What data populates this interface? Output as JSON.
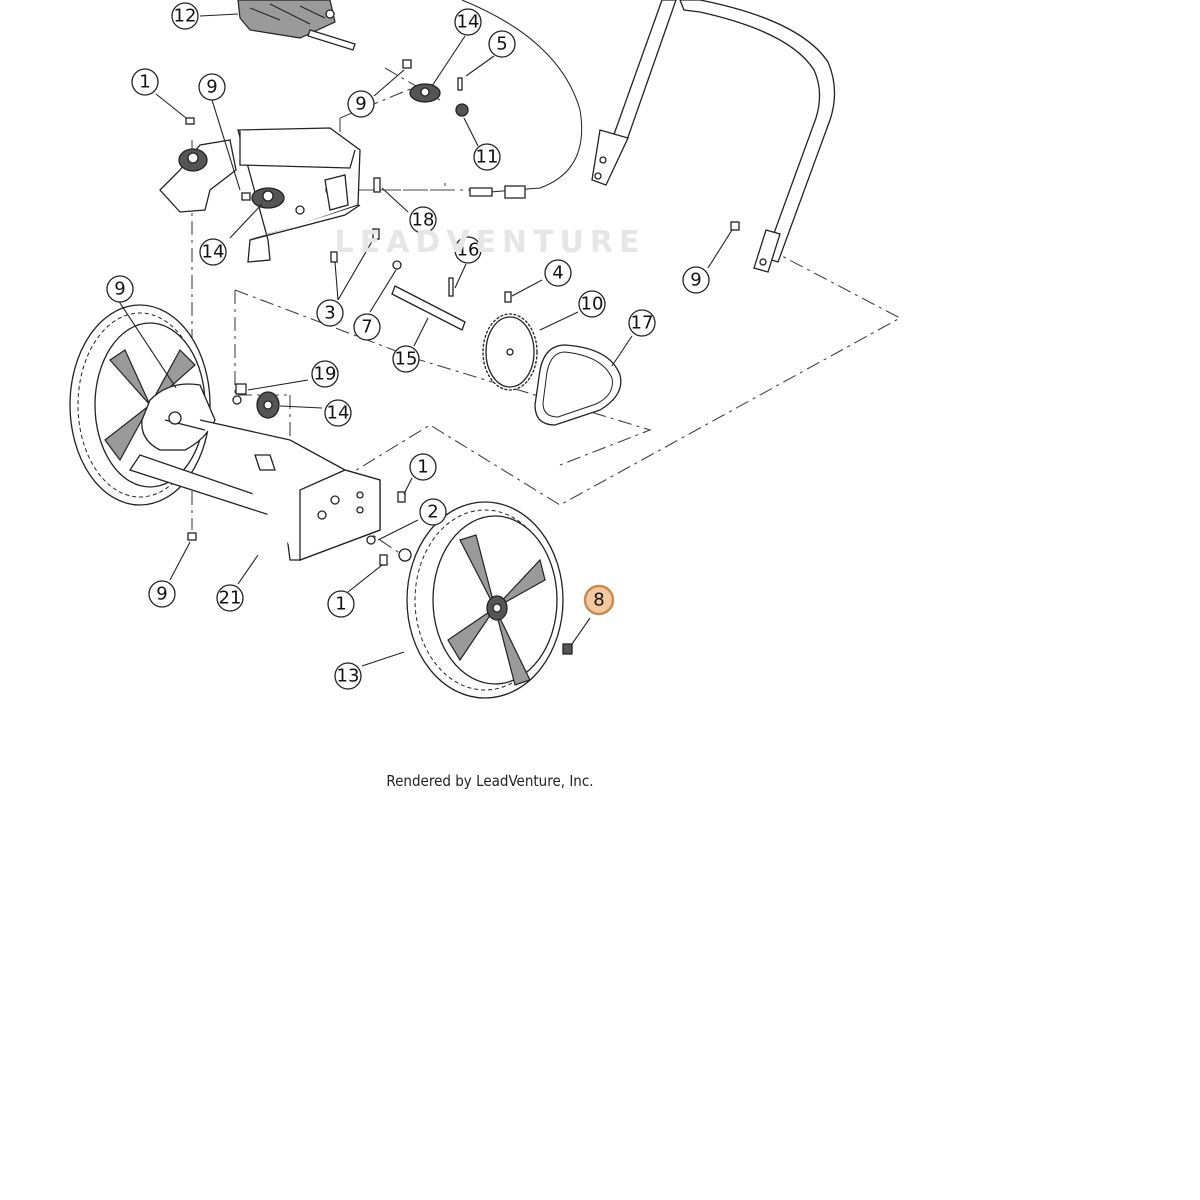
{
  "credit": "Rendered by LeadVenture, Inc.",
  "watermark": "LEADVENTURE",
  "selected_callout": "8",
  "selected_color": "#f5c79f",
  "callouts": [
    {
      "id": "c12",
      "label": "12"
    },
    {
      "id": "c14a",
      "label": "14"
    },
    {
      "id": "c5",
      "label": "5"
    },
    {
      "id": "c1a",
      "label": "1"
    },
    {
      "id": "c9a",
      "label": "9"
    },
    {
      "id": "c9b",
      "label": "9"
    },
    {
      "id": "c11",
      "label": "11"
    },
    {
      "id": "c18",
      "label": "18"
    },
    {
      "id": "c14b",
      "label": "14"
    },
    {
      "id": "c16",
      "label": "16"
    },
    {
      "id": "c4",
      "label": "4"
    },
    {
      "id": "c9c",
      "label": "9"
    },
    {
      "id": "c9d",
      "label": "9"
    },
    {
      "id": "c3",
      "label": "3"
    },
    {
      "id": "c7",
      "label": "7"
    },
    {
      "id": "c10",
      "label": "10"
    },
    {
      "id": "c17",
      "label": "17"
    },
    {
      "id": "c15",
      "label": "15"
    },
    {
      "id": "c19",
      "label": "19"
    },
    {
      "id": "c14c",
      "label": "14"
    },
    {
      "id": "c1b",
      "label": "1"
    },
    {
      "id": "c2",
      "label": "2"
    },
    {
      "id": "c8",
      "label": "8"
    },
    {
      "id": "c9e",
      "label": "9"
    },
    {
      "id": "c21",
      "label": "21"
    },
    {
      "id": "c1c",
      "label": "1"
    },
    {
      "id": "c13",
      "label": "13"
    }
  ]
}
